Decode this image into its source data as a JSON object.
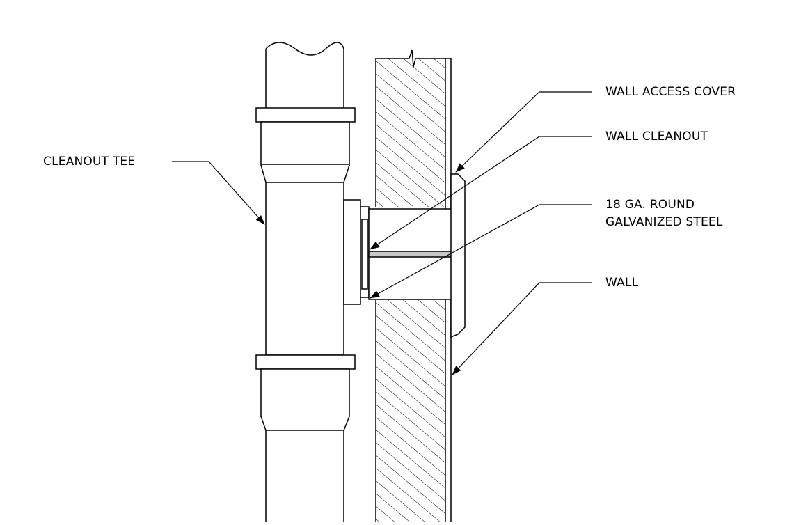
{
  "labels": {
    "cleanout_tee": "CLEANOUT TEE",
    "wall_access_cover": "WALL ACCESS COVER",
    "wall_cleanout": "WALL CLEANOUT",
    "steel_line1": "18 GA. ROUND",
    "steel_line2": "GALVANIZED STEEL",
    "wall": "WALL"
  },
  "colors": {
    "line": "#000000",
    "gasket": "#c8c8c8",
    "background": "#ffffff"
  }
}
